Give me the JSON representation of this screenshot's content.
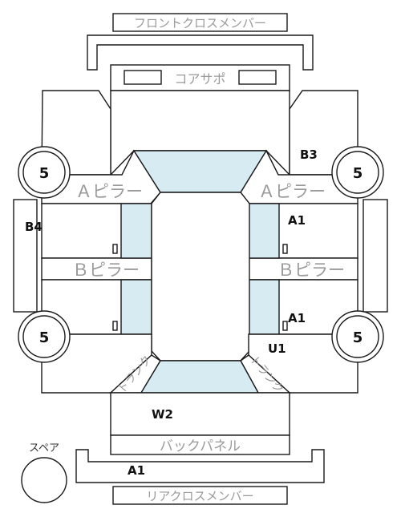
{
  "labels": {
    "front_cross_member": "フロントクロスメンバー",
    "core_support": "コアサポ",
    "a_pillar_left": "Ａピラー",
    "a_pillar_right": "Ａピラー",
    "b_pillar_left": "Ｂピラー",
    "b_pillar_right": "Ｂピラー",
    "back_panel": "バックパネル",
    "rear_cross_member": "リアクロスメンバー",
    "spare": "スペア",
    "trunk_left": "トランク",
    "trunk_right": "トランク"
  },
  "codes": {
    "b3": "B3",
    "b4": "B4",
    "a1_upper": "A1",
    "a1_lower": "A1",
    "u1": "U1",
    "w2": "W2",
    "a1_rear": "A1"
  },
  "tires": {
    "front_left": "5",
    "front_right": "5",
    "rear_left": "5",
    "rear_right": "5"
  },
  "colors": {
    "glass": "#d6ebf2",
    "outline": "#1a1a1a",
    "label_grey": "#9a9a9a"
  }
}
